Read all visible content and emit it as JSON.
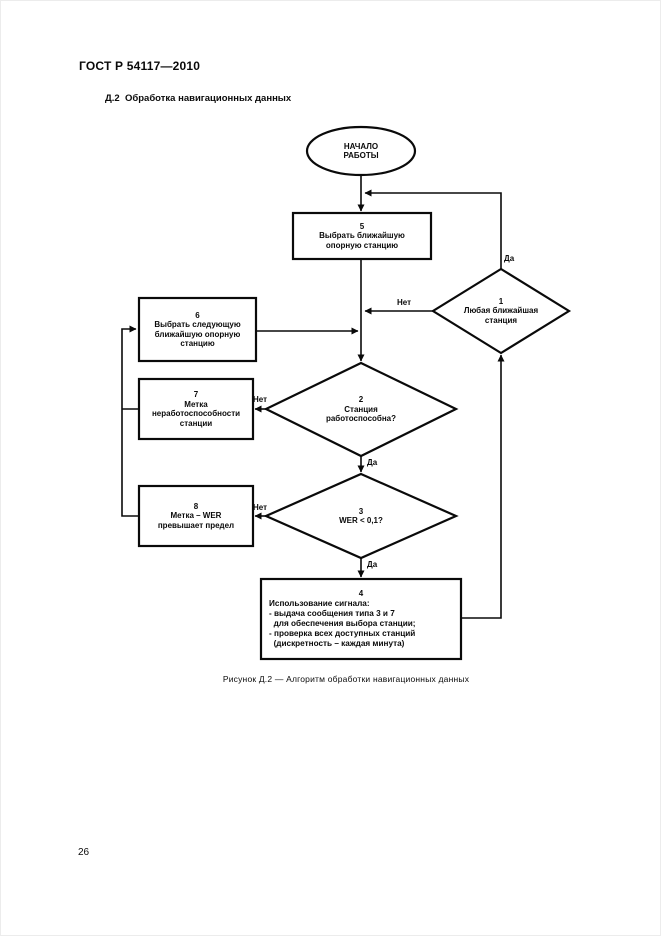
{
  "page": {
    "header": "ГОСТ Р 54117—2010",
    "section_title": "Д.2  Обработка навигационных данных",
    "caption": "Рисунок Д.2 — Алгоритм обработки навигационных данных",
    "page_number": "26"
  },
  "flowchart": {
    "start": {
      "label": "НАЧАЛО\nРАБОТЫ"
    },
    "nodes": {
      "box5": {
        "num": "5",
        "text": "Выбрать ближайшую\nопорную станцию"
      },
      "box6": {
        "num": "6",
        "text": "Выбрать следующую\nближайшую опорную\nстанцию"
      },
      "box7": {
        "num": "7",
        "text": "Метка\nнеработоспособности\nстанции"
      },
      "box8": {
        "num": "8",
        "text": "Метка – WER\nпревышает предел"
      },
      "d1": {
        "num": "1",
        "text": "Любая ближайшая\nстанция"
      },
      "d2": {
        "num": "2",
        "text": "Станция\nработоспособна?"
      },
      "d3": {
        "num": "3",
        "text": "WER < 0,1?"
      },
      "box4": {
        "num": "4",
        "text": "Использование сигнала:\n- выдача сообщения типа 3 и 7\n  для обеспечения выбора станции;\n- проверка всех доступных станций\n  (дискретность – каждая минута)"
      }
    },
    "labels": {
      "yes1": "Да",
      "no1": "Нет",
      "yes2": "Да",
      "no2": "Нет",
      "yes3": "Да",
      "no3": "Нет"
    },
    "colors": {
      "ink": "#0a0a0a",
      "paper": "#ffffff"
    }
  }
}
